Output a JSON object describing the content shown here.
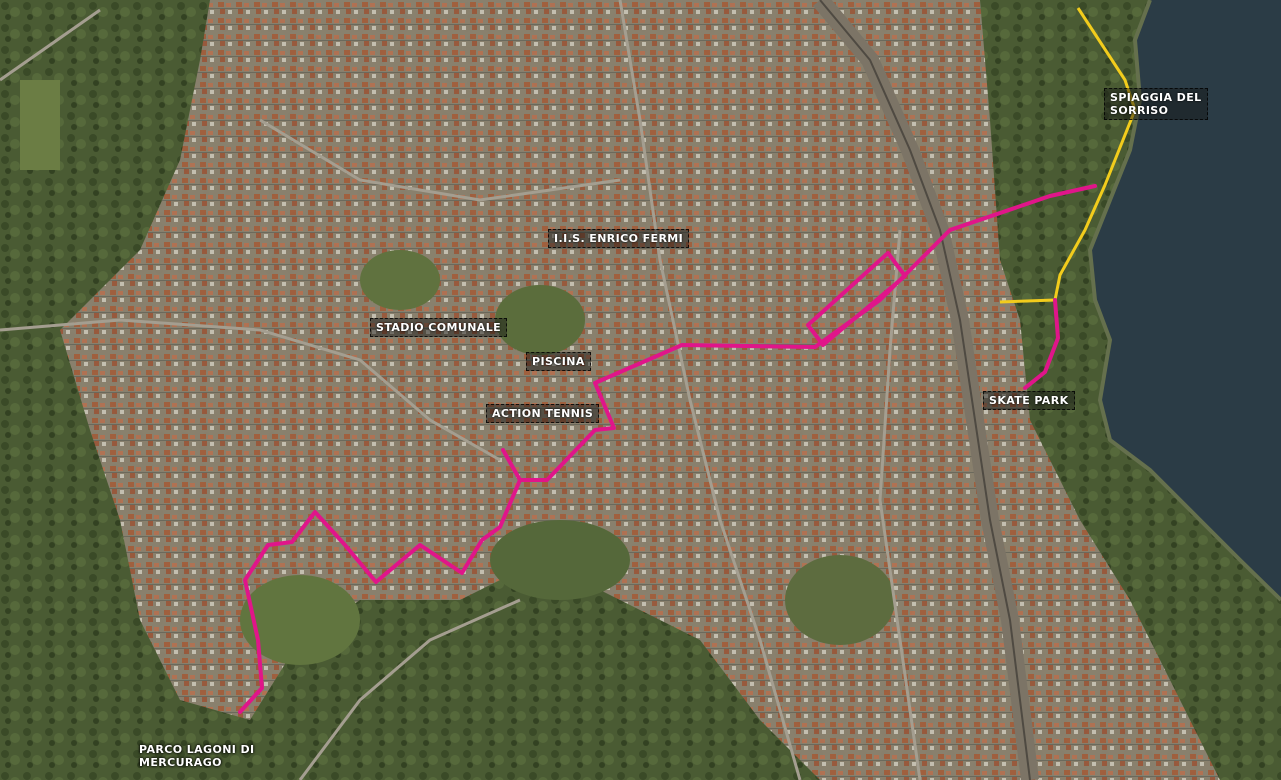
{
  "map": {
    "labels": {
      "spiaggia_line1": "SPIAGGIA DEL",
      "spiaggia_line2": "SORRISO",
      "liis": "I.I.S. ENRICO FERMI",
      "stadio": "STADIO COMUNALE",
      "piscina": "PISCINA",
      "tennis": "ACTION TENNIS",
      "skate": "SKATE PARK",
      "parco_line1": "PARCO LAGONI DI",
      "parco_line2": "MERCURAGO"
    },
    "colors": {
      "route_pink": "#e0158a",
      "route_yellow": "#f2cc1c",
      "lake": "#2b3c46",
      "vegetation": "#4d5e35",
      "urban": "#8e8372",
      "roof": "#a8664a"
    }
  }
}
